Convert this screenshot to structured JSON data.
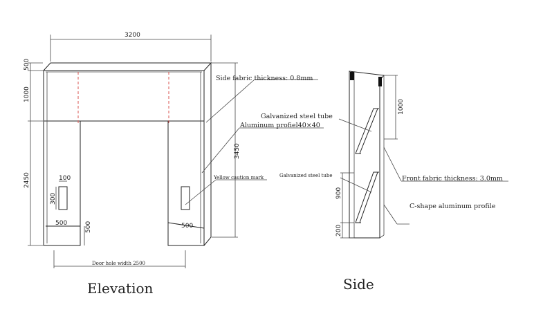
{
  "elevation": {
    "title": "Elevation",
    "dim_width": "3200",
    "dim_top": "500",
    "dim_head": "1000",
    "dim_leg": "2450",
    "dim_total": "3450",
    "dim_slot_w": "100",
    "dim_slot_h": "300",
    "dim_foot_left": "500",
    "dim_foot_right": "500",
    "dim_foot_h": "500",
    "door_hole": "Door hole width 2500",
    "note_side_fabric": "Side fabric thickness: 0.8mm",
    "note_aluminum": "Aluminum profiel40×40",
    "note_yellow": "Yellow caution mark"
  },
  "side": {
    "title": "Side",
    "note_tube_upper": "Galvanized steel tube",
    "note_tube_lower": "Galvanized steel tube",
    "dim_upper": "1000",
    "dim_mid": "900",
    "dim_low": "200",
    "note_front_fabric": "Front fabric thickness: 3.0mm",
    "note_cshape": "C-shape aluminum profile"
  }
}
